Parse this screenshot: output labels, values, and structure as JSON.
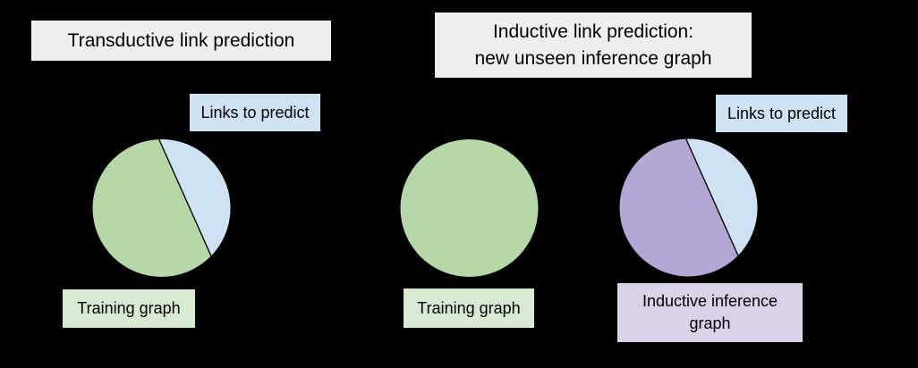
{
  "colors": {
    "background": "#000000",
    "title_box_bg": "#efefef",
    "links_blue": "#cfe2f3",
    "training_green": "#b6d7a8",
    "training_label_green": "#d9ead3",
    "inference_purple": "#b4a7d6",
    "inference_label_purple": "#d9d2e9",
    "outline_black": "#000000",
    "text": "#000000"
  },
  "titles": {
    "transductive": "Transductive link prediction",
    "inductive": "Inductive link prediction:\nnew unseen inference graph"
  },
  "left_panel": {
    "links_label": "Links to predict",
    "graph_label": "Training graph"
  },
  "middle_panel": {
    "graph_label": "Training graph"
  },
  "right_panel": {
    "links_label": "Links to predict",
    "graph_label": "Inductive inference\ngraph"
  },
  "diagram": {
    "left_circle": "training graph circle with links-to-predict segment",
    "middle_circle": "training graph circle (no held-out segment)",
    "right_circle": "inductive inference graph circle with links-to-predict segment"
  }
}
